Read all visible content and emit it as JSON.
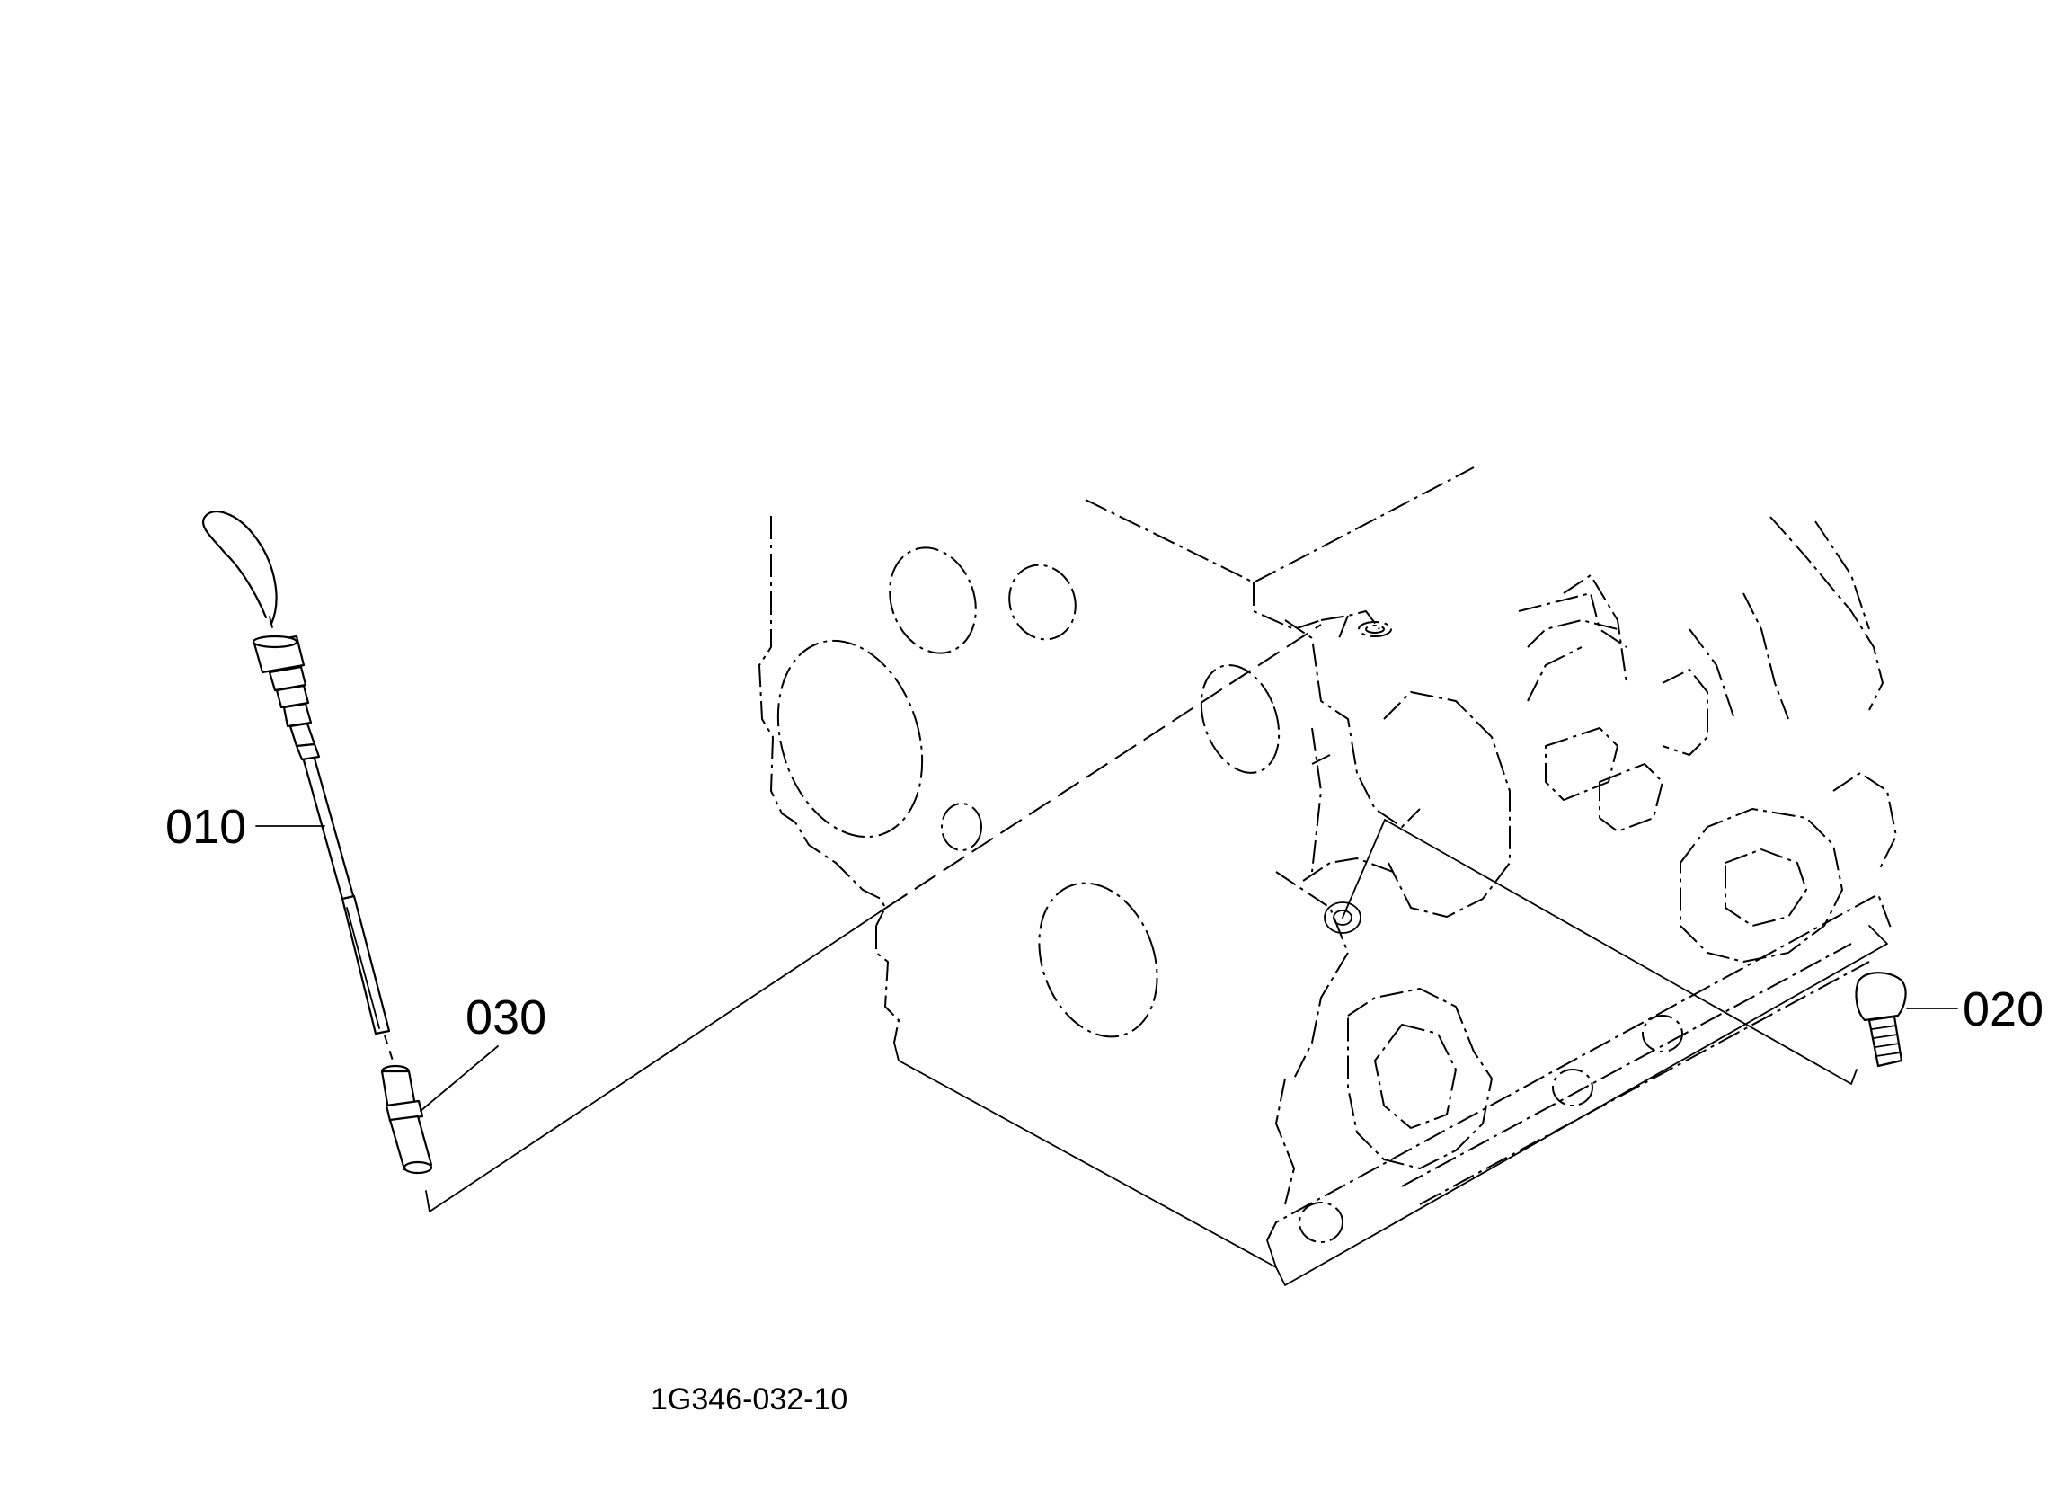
{
  "diagram": {
    "drawing_code": "1G346-032-10",
    "callouts": [
      {
        "id": "dipstick",
        "label": "010"
      },
      {
        "id": "plug",
        "label": "020"
      },
      {
        "id": "guide",
        "label": "030"
      }
    ]
  }
}
